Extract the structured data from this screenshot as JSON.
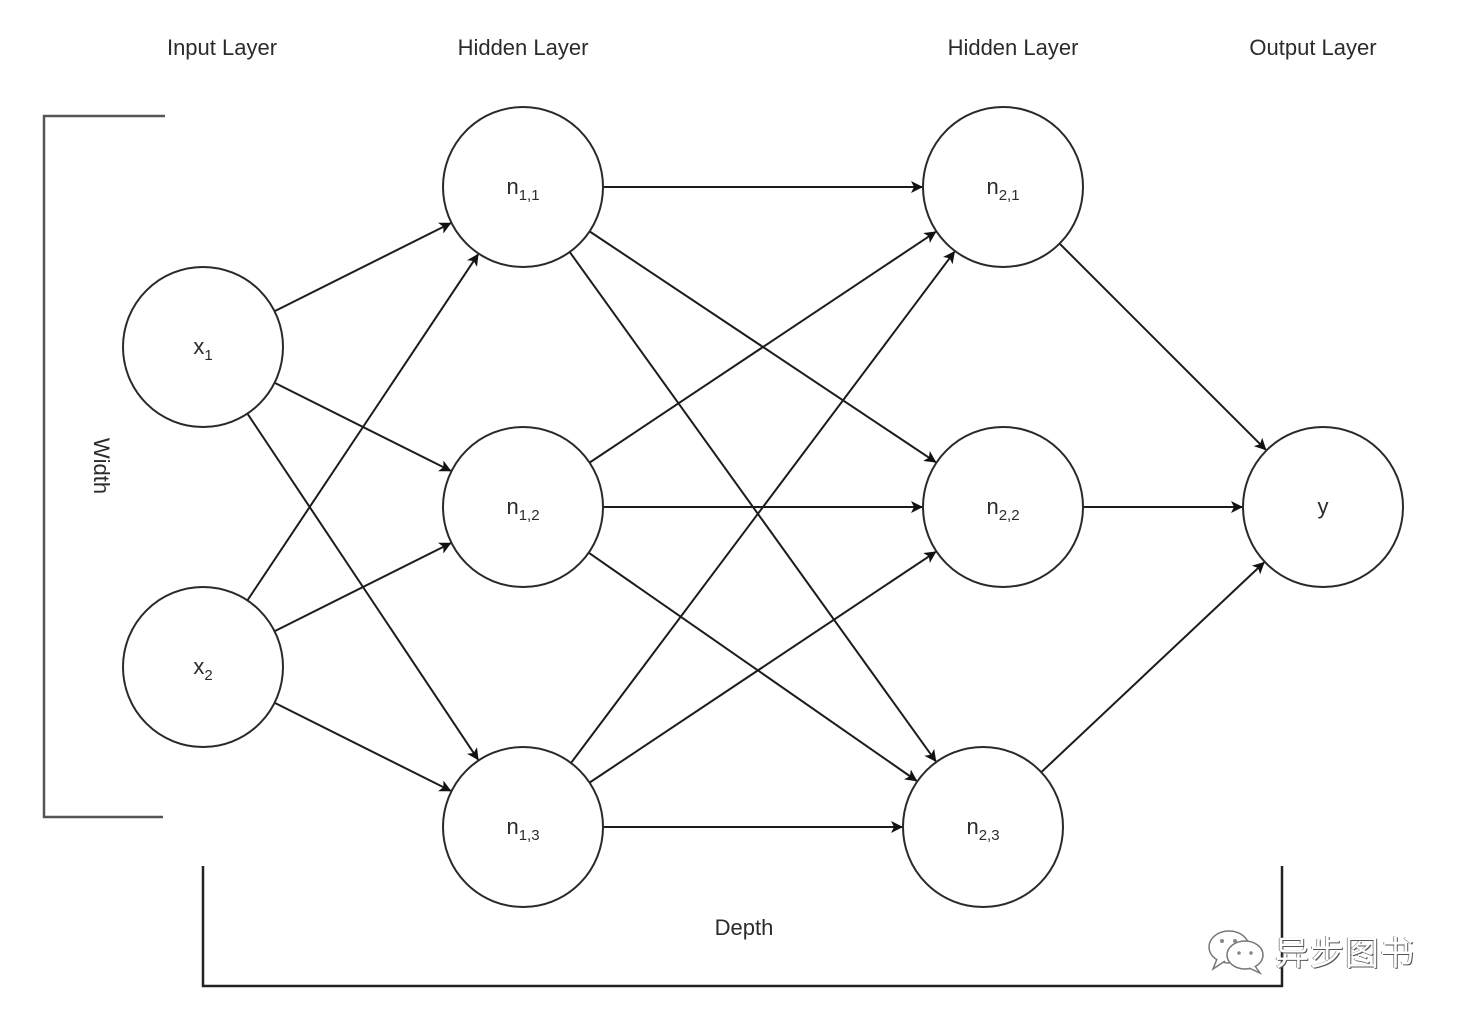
{
  "layer_labels": [
    {
      "id": "input",
      "text": "Input Layer"
    },
    {
      "id": "hidden1",
      "text": "Hidden Layer"
    },
    {
      "id": "hidden2",
      "text": "Hidden Layer"
    },
    {
      "id": "output",
      "text": "Output Layer"
    }
  ],
  "nodes": [
    {
      "id": "x1",
      "base": "x",
      "sub": "1",
      "layer": "input"
    },
    {
      "id": "x2",
      "base": "x",
      "sub": "2",
      "layer": "input"
    },
    {
      "id": "n11",
      "base": "n",
      "sub": "1,1",
      "layer": "hidden1"
    },
    {
      "id": "n12",
      "base": "n",
      "sub": "1,2",
      "layer": "hidden1"
    },
    {
      "id": "n13",
      "base": "n",
      "sub": "1,3",
      "layer": "hidden1"
    },
    {
      "id": "n21",
      "base": "n",
      "sub": "2,1",
      "layer": "hidden2"
    },
    {
      "id": "n22",
      "base": "n",
      "sub": "2,2",
      "layer": "hidden2"
    },
    {
      "id": "n23",
      "base": "n",
      "sub": "2,3",
      "layer": "hidden2"
    },
    {
      "id": "y",
      "base": "y",
      "sub": "",
      "layer": "output"
    }
  ],
  "edges": [
    [
      "x1",
      "n11"
    ],
    [
      "x1",
      "n12"
    ],
    [
      "x1",
      "n13"
    ],
    [
      "x2",
      "n11"
    ],
    [
      "x2",
      "n12"
    ],
    [
      "x2",
      "n13"
    ],
    [
      "n11",
      "n21"
    ],
    [
      "n11",
      "n22"
    ],
    [
      "n11",
      "n23"
    ],
    [
      "n12",
      "n21"
    ],
    [
      "n12",
      "n22"
    ],
    [
      "n12",
      "n23"
    ],
    [
      "n13",
      "n21"
    ],
    [
      "n13",
      "n22"
    ],
    [
      "n13",
      "n23"
    ],
    [
      "n21",
      "y"
    ],
    [
      "n22",
      "y"
    ],
    [
      "n23",
      "y"
    ]
  ],
  "dimensions": {
    "width_label": "Width",
    "depth_label": "Depth"
  },
  "watermark": {
    "icon": "wechat-icon",
    "text": "异步图书"
  }
}
